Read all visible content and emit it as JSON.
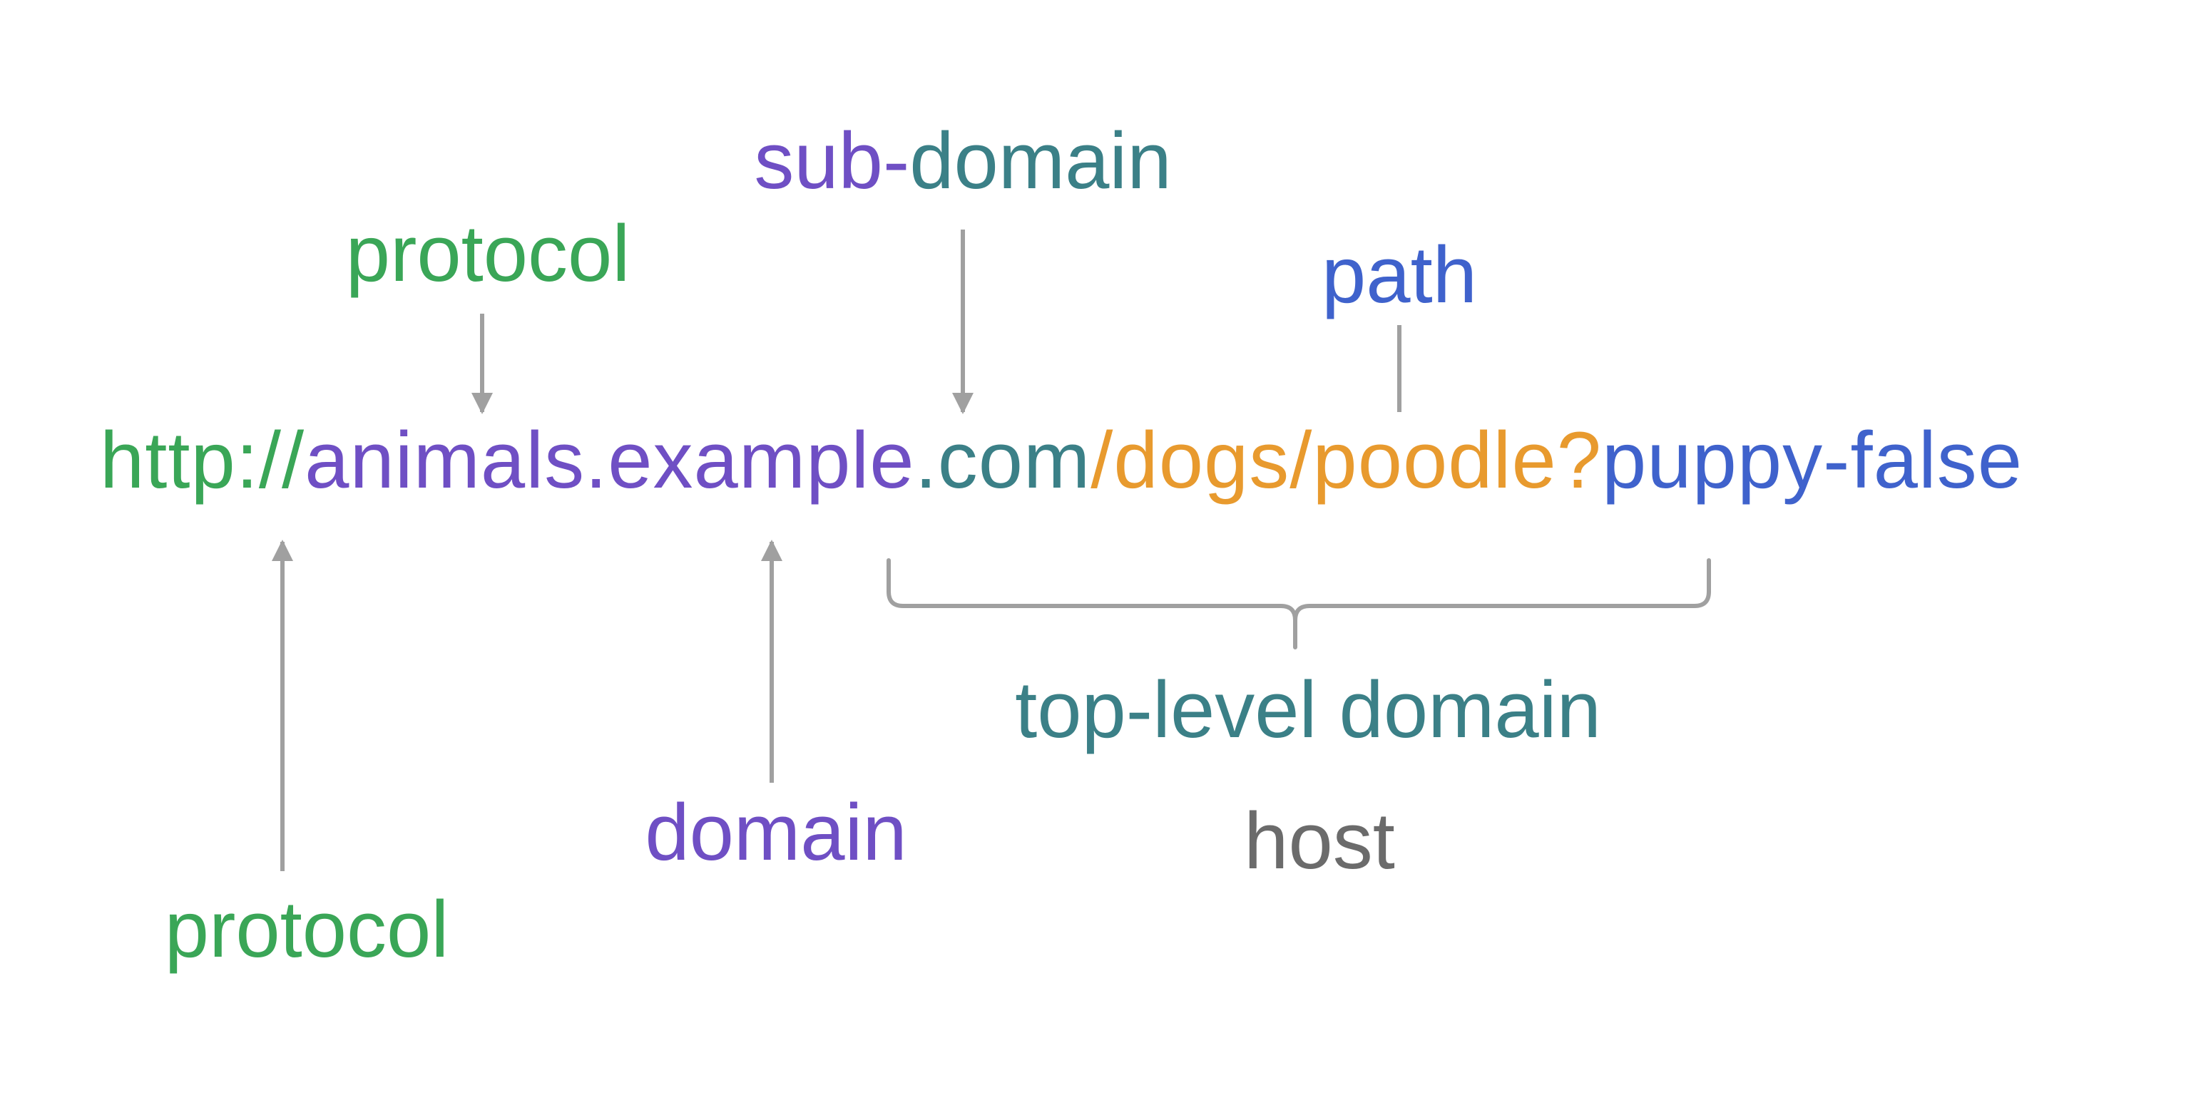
{
  "url": {
    "segments": [
      {
        "id": "protocol",
        "text": "http://",
        "color": "#3aa657"
      },
      {
        "id": "sub-domain",
        "text": "animals",
        "color": "#6f4fc4"
      },
      {
        "id": "dot-1",
        "text": ".",
        "color": "#6f4fc4"
      },
      {
        "id": "domain",
        "text": "example",
        "color": "#6f4fc4"
      },
      {
        "id": "dot-2",
        "text": ".",
        "color": "#3b8087"
      },
      {
        "id": "tld",
        "text": "com",
        "color": "#3b8087"
      },
      {
        "id": "path",
        "text": "/dogs/poodle?",
        "color": "#e89a2e"
      },
      {
        "id": "query",
        "text": "puppy-false",
        "color": "#3f62cc"
      }
    ]
  },
  "labels": {
    "sub_domain": {
      "text": "sub-domain",
      "part1": "sub-",
      "part2": "domain",
      "color1": "#6f4fc4",
      "color2": "#3b8087"
    },
    "protocol_top": {
      "text": "protocol",
      "color": "#3aa657"
    },
    "path": {
      "text": "path",
      "color": "#3f62cc"
    },
    "top_level_domain": {
      "text": "top-level domain",
      "color": "#3b8087"
    },
    "host": {
      "text": "host",
      "color": "#6b6b6b"
    },
    "domain": {
      "text": "domain",
      "color": "#6f4fc4"
    },
    "protocol_bottom": {
      "text": "protocol",
      "color": "#3aa657"
    }
  },
  "connector_color": "#a0a0a0"
}
